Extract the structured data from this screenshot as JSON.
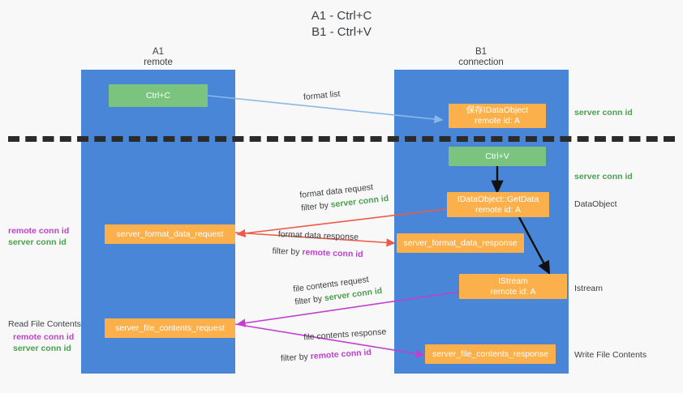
{
  "title": {
    "line1": "A1 - Ctrl+C",
    "line2": "B1 - Ctrl+V"
  },
  "columns": [
    {
      "name": "A1",
      "sub": "remote"
    },
    {
      "name": "B1",
      "sub": "connection"
    }
  ],
  "boxes": {
    "ctrl_c": "Ctrl+C",
    "ctrl_v": "Ctrl+V",
    "save_idataobject_l1": "保存IDataObject",
    "save_idataobject_l2": "remote id: A",
    "getdata_l1": "IDataObject::GetData",
    "getdata_l2": "remote id: A",
    "istream_l1": "IStream",
    "istream_l2": "remote id: A",
    "server_format_data_request": "server_format_data_request",
    "server_format_data_response": "server_format_data_response",
    "server_file_contents_request": "server_file_contents_request",
    "server_file_contents_response": "server_file_contents_response"
  },
  "right_labels": {
    "server_conn_id_top": "server conn id",
    "server_conn_id_mid": "server conn id",
    "dataobject": "DataObject",
    "istream": "Istream",
    "write_file_contents": "Write File Contents"
  },
  "left_labels": {
    "remote_conn_id_1": "remote conn id",
    "server_conn_id_1": "server conn id",
    "read_file_contents": "Read File Contents",
    "remote_conn_id_2": "remote conn id",
    "server_conn_id_2": "server conn id"
  },
  "arrow_labels": {
    "format_list": "format list",
    "format_data_request": "format data request",
    "format_data_request_filter_prefix": "filter by ",
    "format_data_request_filter_key": "server conn id",
    "format_data_response": "format data response",
    "format_data_response_filter_prefix": "filter by ",
    "format_data_response_filter_key": "remote conn id",
    "file_contents_request": "file contents request",
    "file_contents_request_filter_prefix": "filter by ",
    "file_contents_request_filter_key": "server conn id",
    "file_contents_response": "file contents response",
    "file_contents_response_filter_prefix": "filter by ",
    "file_contents_response_filter_key": "remote conn id"
  },
  "colors": {
    "lane": "#4a86d8",
    "green_box": "#7ac47f",
    "orange_box": "#fbb04c",
    "green_text": "#4aa04f",
    "purple_text": "#c13fd0",
    "red_arrow": "#ec5b4a",
    "magenta_arrow": "#c13fd0",
    "light_blue_arrow": "#8ab9e8",
    "black_arrow": "#111111",
    "background": "#f8f8f8"
  }
}
